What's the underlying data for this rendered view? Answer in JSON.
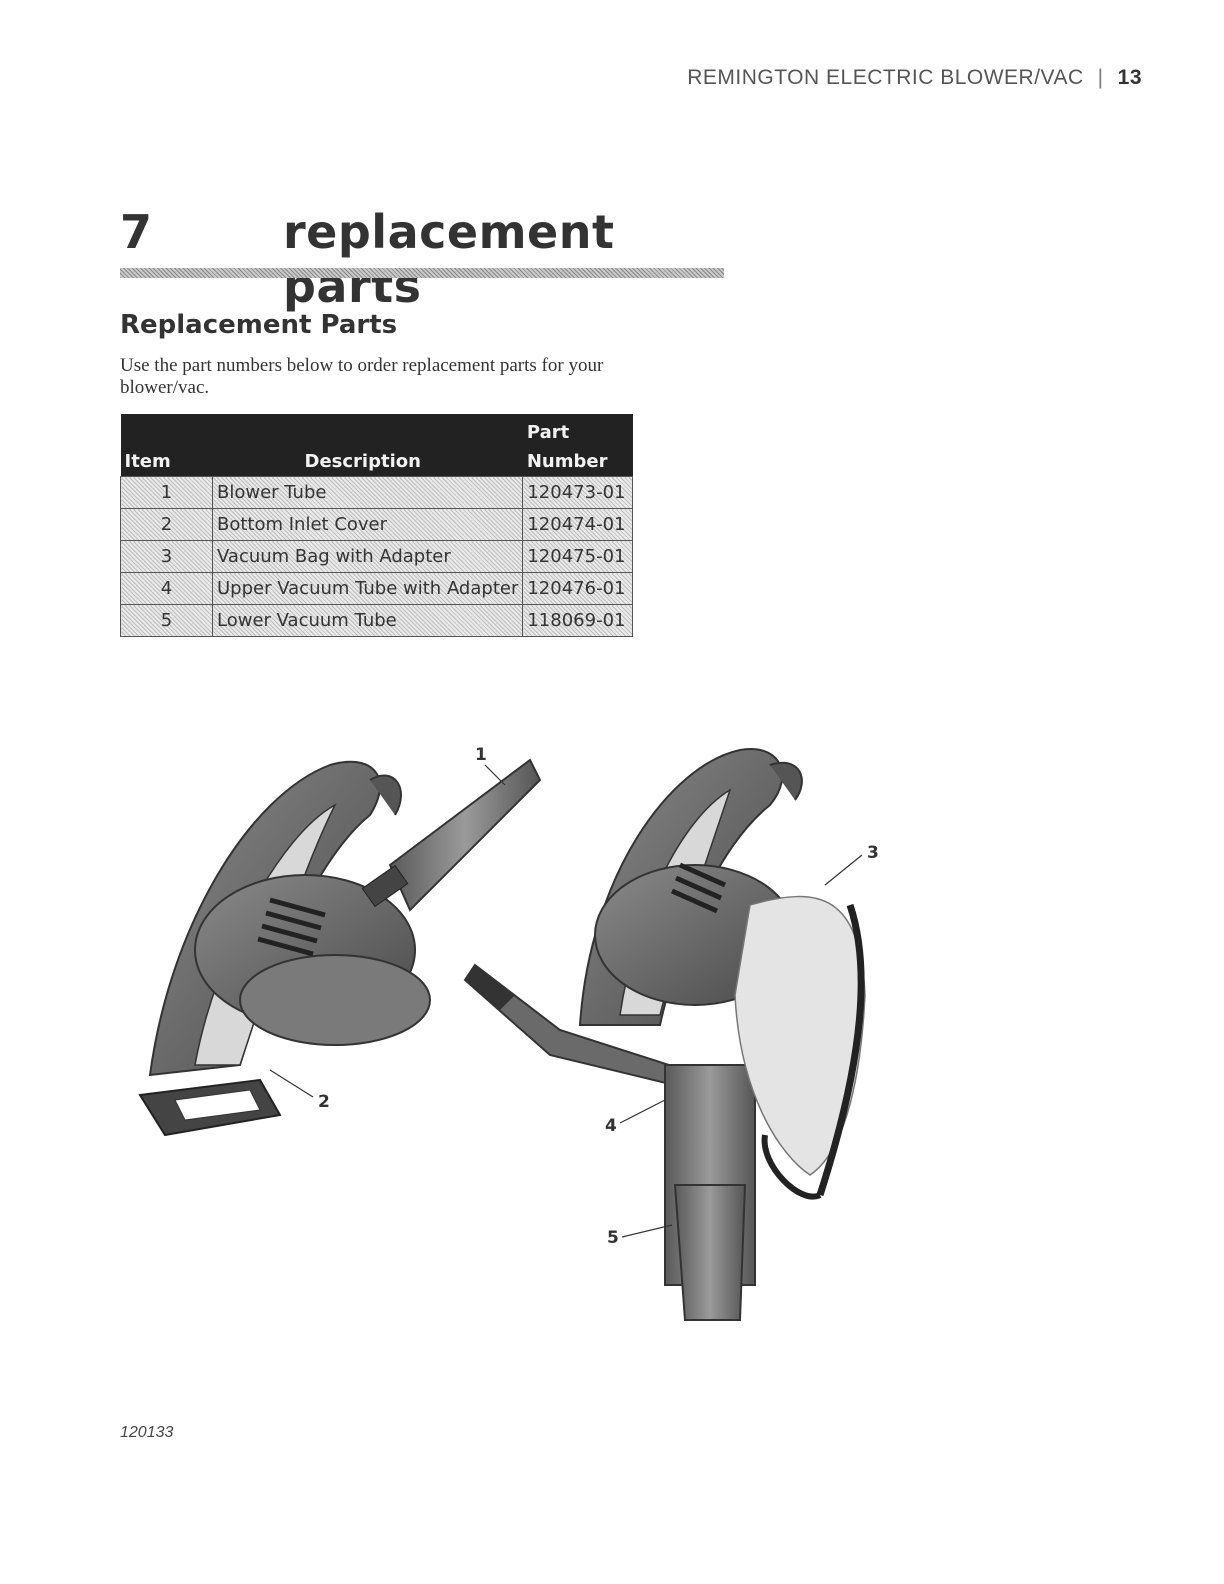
{
  "header": {
    "manual_title": "REMINGTON ELECTRIC BLOWER/VAC",
    "separator": "|",
    "page_number": "13"
  },
  "chapter": {
    "number": "7",
    "title": "replacement parts"
  },
  "section": {
    "title": "Replacement Parts",
    "intro": "Use the part numbers below to order replacement parts for your blower/vac."
  },
  "parts_table": {
    "headers": {
      "item": "Item",
      "description": "Description",
      "part_number_line1": "Part",
      "part_number_line2": "Number"
    },
    "rows": [
      {
        "item": "1",
        "description": "Blower Tube",
        "part_number": "120473-01"
      },
      {
        "item": "2",
        "description": "Bottom Inlet Cover",
        "part_number": "120474-01"
      },
      {
        "item": "3",
        "description": "Vacuum Bag with Adapter",
        "part_number": "120475-01"
      },
      {
        "item": "4",
        "description": "Upper Vacuum Tube with Adapter",
        "part_number": "120476-01"
      },
      {
        "item": "5",
        "description": "Lower Vacuum Tube",
        "part_number": "118069-01"
      }
    ]
  },
  "figure": {
    "callouts": [
      "1",
      "2",
      "3",
      "4",
      "5"
    ]
  },
  "footer": {
    "doc_number": "120133"
  }
}
